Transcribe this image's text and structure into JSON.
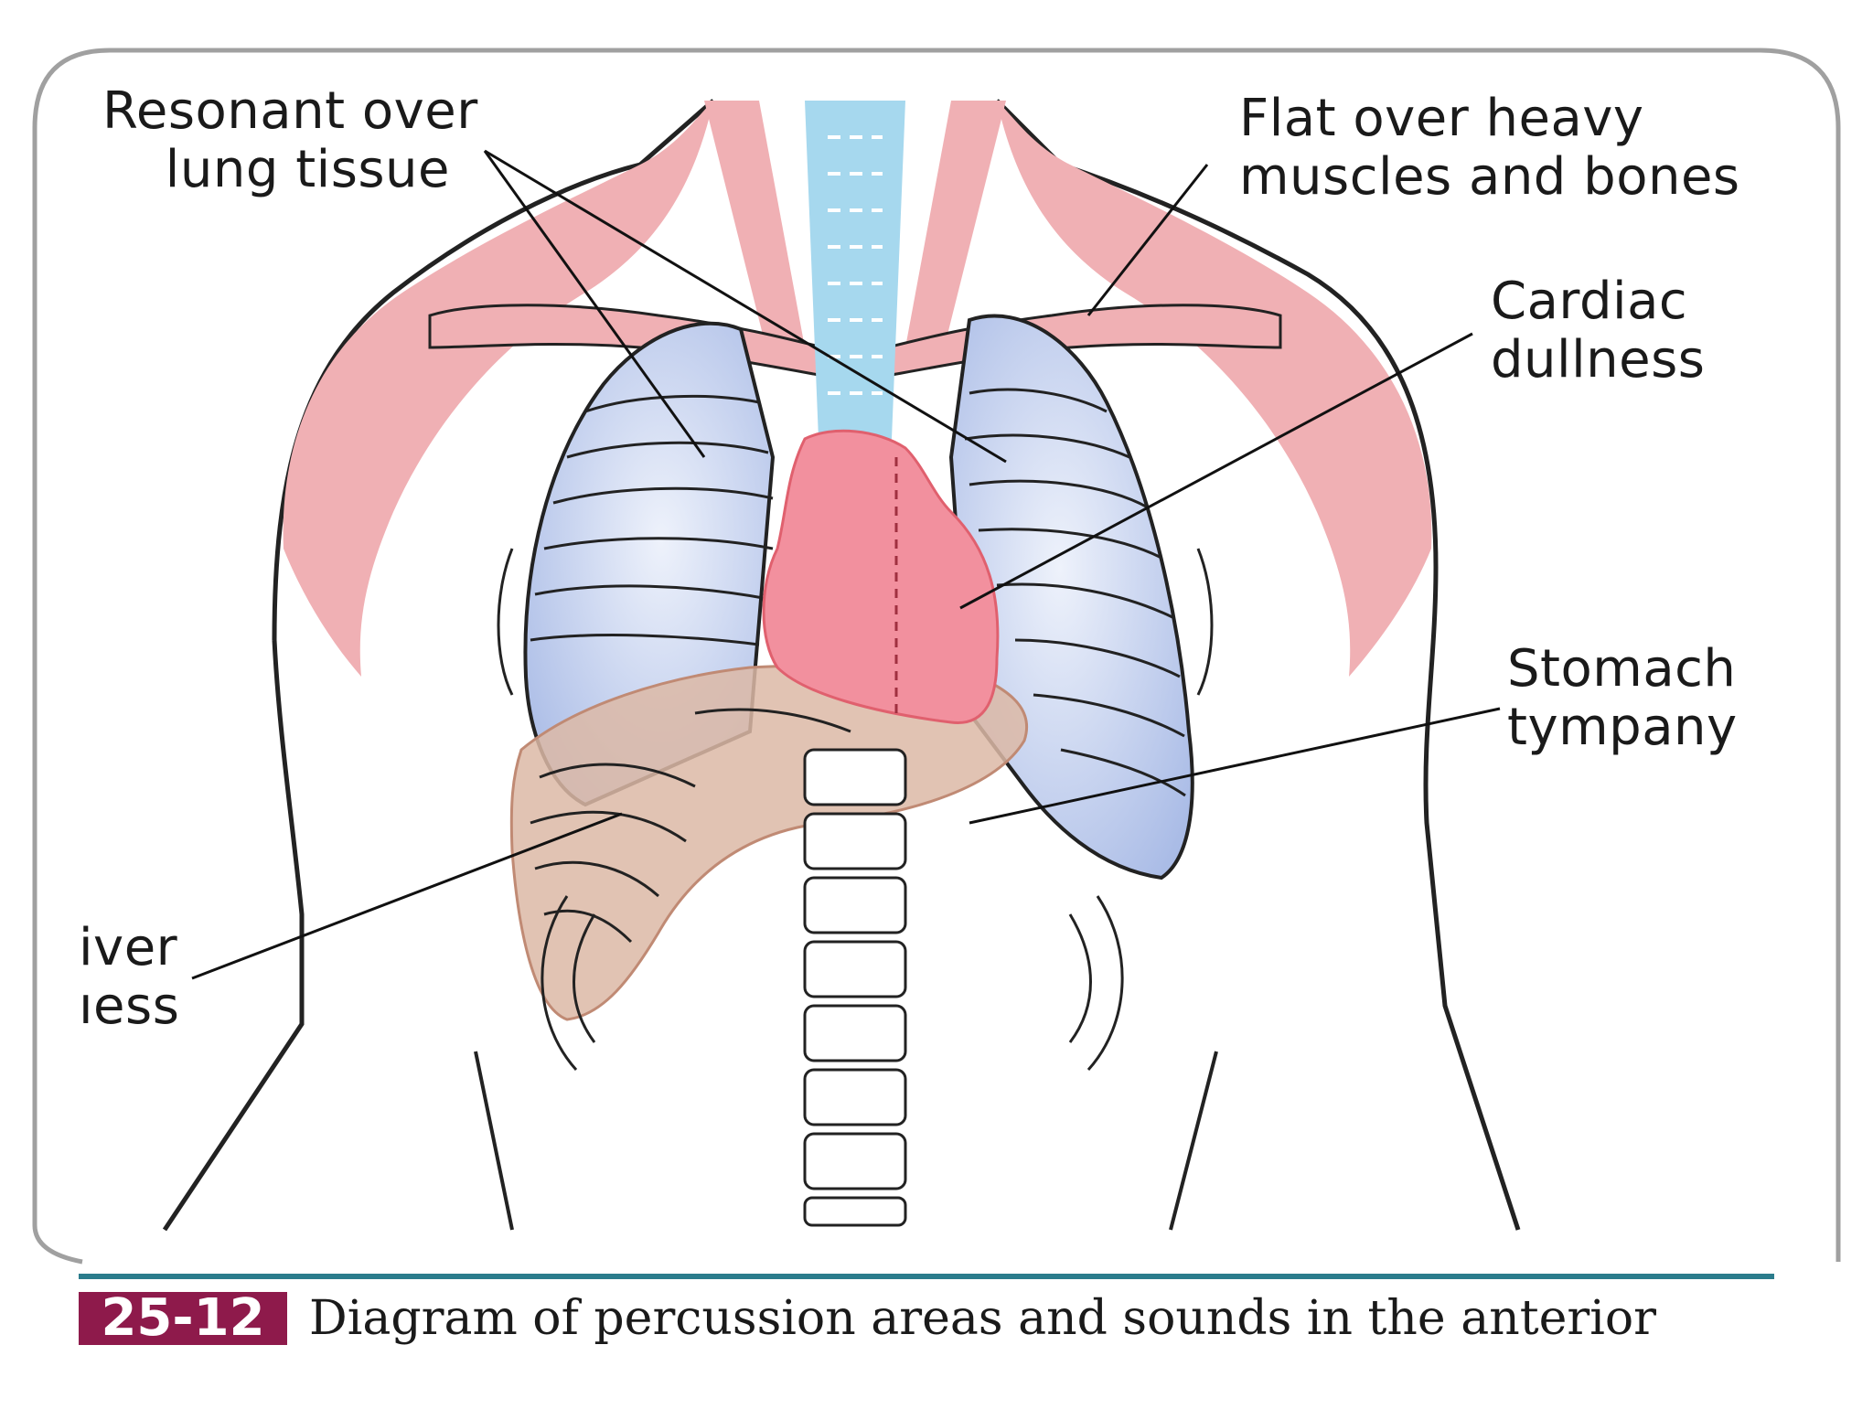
{
  "labels": {
    "resonant": "Resonant over\nlung tissue",
    "flat": "Flat over heavy\nmuscles and bones",
    "cardiac": "Cardiac\ndullness",
    "stomach": "Stomach\ntympany",
    "liver": "iver\nıess"
  },
  "caption": {
    "figure_number": "25-12",
    "text": "Diagram of percussion areas and sounds in the anterior"
  },
  "colors": {
    "lung": "#b8c8ec",
    "heart": "#f2909e",
    "liver": "#dcb9a6",
    "muscle": "#f0b0b4",
    "trachea": "#a6d8ee",
    "caption_bar": "#8e1a4b",
    "frame": "#a0a0a0",
    "rule": "#2b7c8c"
  }
}
